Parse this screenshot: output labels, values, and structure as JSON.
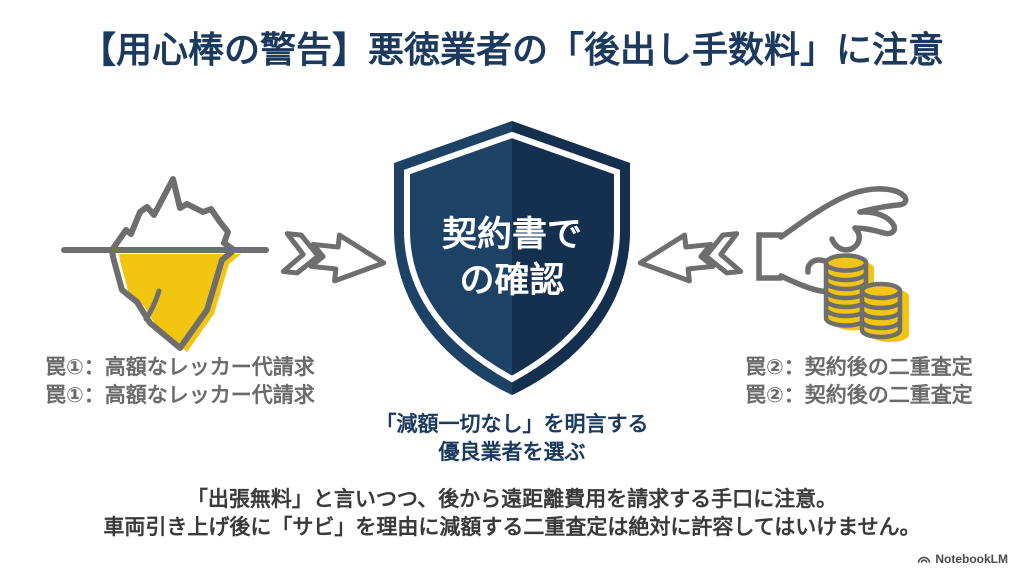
{
  "title": "【用心棒の警告】悪徳業者の「後出し手数料」に注意",
  "traps": {
    "left": {
      "icon": "iceberg-icon",
      "line1": "罠①：高額なレッカー代請求",
      "line2": "罠①：高額なレッカー代請求"
    },
    "right": {
      "icon": "hand-dropping-coins-icon",
      "line1": "罠②：契約後の二重査定",
      "line2": "罠②：契約後の二重査定"
    }
  },
  "shield": {
    "icon": "shield-icon",
    "label_line1": "契約書で",
    "label_line2": "の確認",
    "caption_line1": "「減額一切なし」を明言する",
    "caption_line2": "優良業者を選ぶ"
  },
  "arrows": {
    "left_icon": "double-arrow-right-icon",
    "right_icon": "double-arrow-left-icon"
  },
  "footer": {
    "line1": "「出張無料」と言いつつ、後から遠距離費用を請求する手口に注意。",
    "line2": "車両引き上げ後に「サビ」を理由に減額する二重査定は絶対に許容してはいけません。"
  },
  "watermark": {
    "icon": "notebooklm-logo-icon",
    "label": "NotebookLM"
  },
  "colors": {
    "navy": "#1b3a5e",
    "navy_light": "#1e4166",
    "navy_dark": "#152f4e",
    "yellow": "#f2c511",
    "line_gray": "#6e6e6e",
    "caption_gray": "#6b6b6b",
    "footer_text": "#3a3a3a"
  }
}
